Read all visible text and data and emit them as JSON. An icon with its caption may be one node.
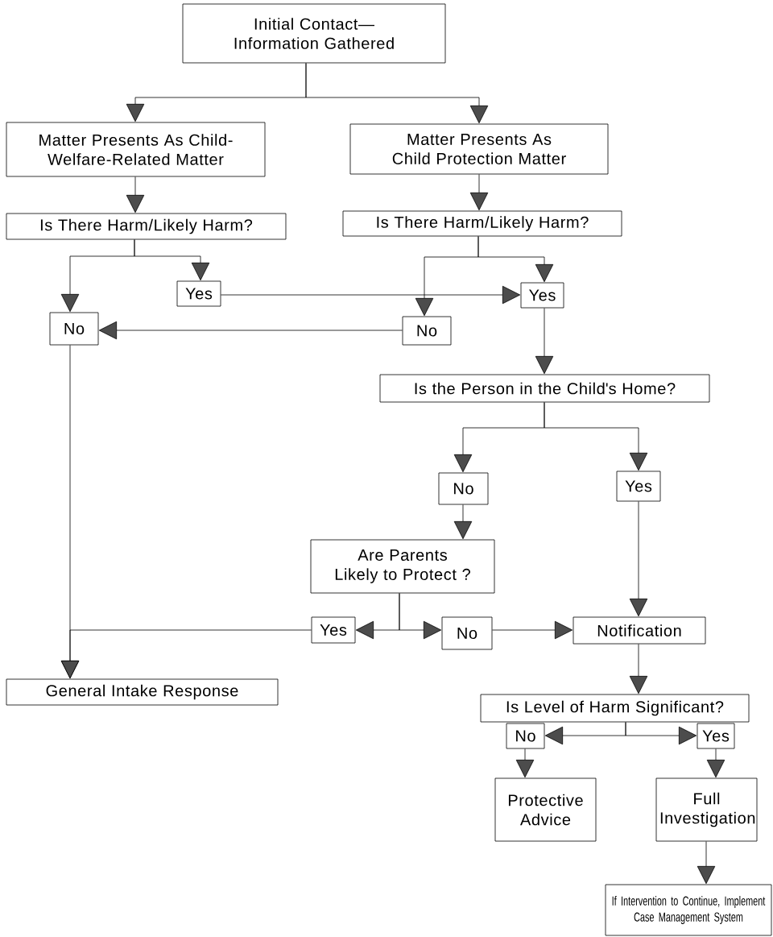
{
  "diagram": {
    "nodes": [
      {
        "text": [
          "Initial Contact—Information Gathered"
        ]
      },
      {
        "text": [
          "Matter Presents As Child-Welfare-Related Matter"
        ]
      },
      {
        "text": [
          "Matter Presents As Child Protection Matter"
        ]
      },
      {
        "text": [
          "Is There Harm/Likely Harm?"
        ]
      },
      {
        "text": [
          "Is There Harm/Likely Harm?"
        ]
      },
      {
        "text": [
          "Yes"
        ]
      },
      {
        "text": [
          "No"
        ]
      },
      {
        "text": [
          "Yes"
        ]
      },
      {
        "text": [
          "No"
        ]
      },
      {
        "text": [
          "Is the Person in the Child's Home?"
        ]
      },
      {
        "text": [
          "No"
        ]
      },
      {
        "text": [
          "Yes"
        ]
      },
      {
        "text": [
          "Are Parents Likely to Protect ?"
        ]
      },
      {
        "text": [
          "Yes"
        ]
      },
      {
        "text": [
          "No"
        ]
      },
      {
        "text": [
          "Notification"
        ]
      },
      {
        "text": [
          "General Intake Response"
        ]
      },
      {
        "text": [
          "Is Level of Harm Significant?"
        ]
      },
      {
        "text": [
          "No"
        ]
      },
      {
        "text": [
          "Yes"
        ]
      },
      {
        "text": [
          "Protective Advice"
        ]
      },
      {
        "text": [
          "Full Investigation"
        ]
      },
      {
        "text": [
          "If Intervention to Continue, Implement Case Management System"
        ]
      }
    ],
    "edges": [
      {
        "from": 0,
        "to": 1,
        "arrow": "to"
      },
      {
        "from": 0,
        "to": 2,
        "arrow": "to"
      },
      {
        "from": 1,
        "to": 3,
        "arrow": "to"
      },
      {
        "from": 2,
        "to": 4,
        "arrow": "to"
      },
      {
        "from": 3,
        "to": 8,
        "arrow": "to"
      },
      {
        "from": 3,
        "to": 5,
        "arrow": "to"
      },
      {
        "from": 4,
        "to": 6,
        "arrow": "to"
      },
      {
        "from": 4,
        "to": 7,
        "arrow": "to"
      },
      {
        "from": 5,
        "to": 7,
        "arrow": "to"
      },
      {
        "from": 6,
        "to": 8,
        "arrow": "to"
      },
      {
        "from": 7,
        "to": 9,
        "arrow": "to"
      },
      {
        "from": 9,
        "to": 10,
        "arrow": "to"
      },
      {
        "from": 9,
        "to": 11,
        "arrow": "to"
      },
      {
        "from": 10,
        "to": 12,
        "arrow": "to"
      },
      {
        "from": 12,
        "to": 13,
        "arrow": "to"
      },
      {
        "from": 12,
        "to": 14,
        "arrow": "to"
      },
      {
        "from": 14,
        "to": 15,
        "arrow": "to"
      },
      {
        "from": 11,
        "to": 15,
        "arrow": "to"
      },
      {
        "from": 8,
        "to": 16,
        "arrow": "to"
      },
      {
        "from": 13,
        "to": 16,
        "arrow": "to"
      },
      {
        "from": 15,
        "to": 17,
        "arrow": "to"
      },
      {
        "from": 17,
        "to": 18,
        "arrow": "to"
      },
      {
        "from": 17,
        "to": 19,
        "arrow": "to"
      },
      {
        "from": 18,
        "to": 20,
        "arrow": "to"
      },
      {
        "from": 19,
        "to": 21,
        "arrow": "to"
      },
      {
        "from": 21,
        "to": 22,
        "arrow": "to"
      }
    ]
  }
}
